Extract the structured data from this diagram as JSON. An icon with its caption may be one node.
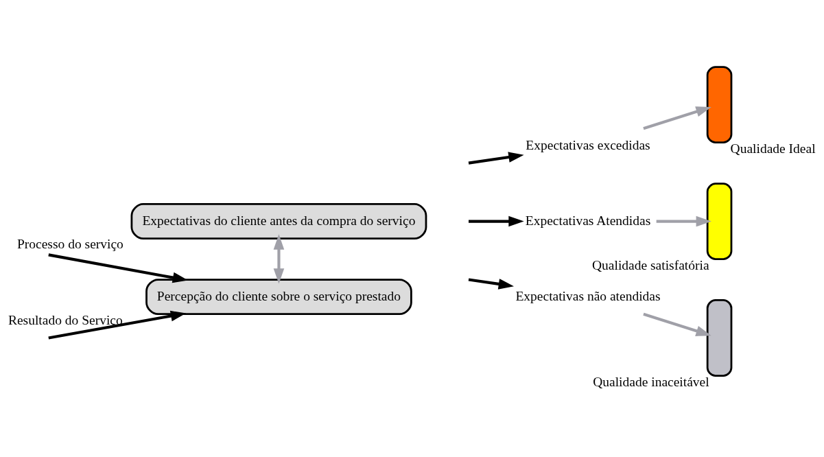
{
  "diagram": {
    "nodes": [
      {
        "text": [
          "Expectativas do cliente antes da compra do serviço"
        ]
      },
      {
        "text": [
          "Expectativas excedidas"
        ]
      },
      {
        "text": [],
        "shape": "bar",
        "beside": [
          "Qualidade Ideal"
        ]
      },
      {
        "text": [
          "Expectativas Atendidas"
        ]
      },
      {
        "text": [],
        "shape": "bar",
        "beside": [
          "Qualidade satisfatória"
        ]
      },
      {
        "text": [
          "Expectativas não atendidas"
        ]
      },
      {
        "text": [],
        "shape": "bar",
        "beside": [
          "Qualidade inaceitável"
        ]
      },
      {
        "text": [
          "Percepção do cliente sobre o serviço prestado"
        ]
      }
    ],
    "edges": [
      {
        "from": 0,
        "to": 7,
        "arrow": "both",
        "color": "#a0a0a8"
      },
      {
        "from": null,
        "to": 1,
        "arrow": "to"
      },
      {
        "from": null,
        "to": 3,
        "arrow": "to"
      },
      {
        "from": null,
        "to": 5,
        "arrow": "to"
      },
      {
        "from": 1,
        "to": 2,
        "arrow": "to",
        "color": "#a0a0a8"
      },
      {
        "from": 3,
        "to": 4,
        "arrow": "to",
        "color": "#a0a0a8"
      },
      {
        "from": 5,
        "to": 6,
        "arrow": "to",
        "color": "#a0a0a8"
      },
      {
        "from": null,
        "to": 7,
        "arrow": "to",
        "label": "Processo do serviço"
      },
      {
        "from": null,
        "to": 7,
        "arrow": "to",
        "label": "Resultado do Serviço"
      }
    ]
  }
}
